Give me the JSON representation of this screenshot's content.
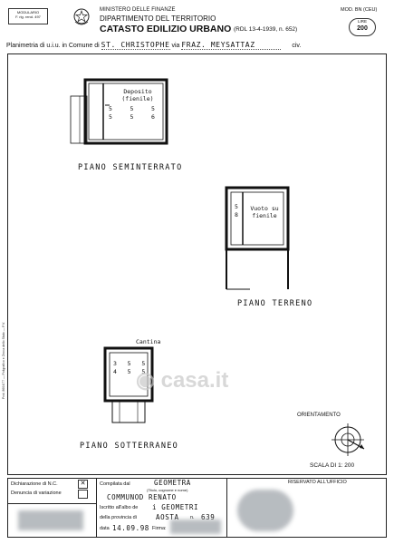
{
  "header": {
    "modulario": "MODULARIO",
    "modulario_code": "F. rig. rend. 497",
    "ministry": "MINISTERO DELLE FINANZE",
    "department": "DIPARTIMENTO DEL TERRITORIO",
    "title": "CATASTO EDILIZIO URBANO",
    "decree": "(RDL 13-4-1939, n. 652)",
    "mod_code": "MOD. BN (CEU)",
    "lire_label": "LIRE",
    "lire_value": "200"
  },
  "planimetry": {
    "prefix": "Planimetria di u.i.u. in Comune di",
    "comune": "ST. CHRISTOPHE",
    "via_label": "via",
    "via_value": "FRAZ. MEYSATTAZ",
    "civ_label": "civ."
  },
  "floors": {
    "seminterrato": {
      "label": "PIANO SEMINTERRATO",
      "room": "Deposito (fienile)",
      "heights": [
        "5",
        "5",
        "5",
        "5",
        "5",
        "6"
      ]
    },
    "terreno": {
      "label": "PIANO TERRENO",
      "room": "Vuoto su fienile",
      "heights": [
        "5",
        "8"
      ]
    },
    "sotterraneo": {
      "label": "PIANO SOTTERRANEO",
      "room": "Cantina",
      "heights": [
        "3",
        "5",
        "5",
        "4",
        "5",
        "5"
      ]
    }
  },
  "orientation_label": "ORIENTAMENTO",
  "scale_label": "SCALA DI 1: 200",
  "watermark": "casa.it",
  "side_note": "Prot. 8604/77 — Poligrafico e Zecca dello Stato — P.V.",
  "footer": {
    "dichiarazione": "Dichiarazione di N.C.",
    "denuncia": "Denuncia di variazione",
    "compilata_label": "Compilata dal",
    "compilata_value": "GEOMETRA",
    "titolo_label": "(Titolo, cognome e nome)",
    "nome_value": "COMMUNOD RENATO",
    "iscritto_label": "Iscritto all'albo de",
    "iscritto_value": "i GEOMETRI",
    "provincia_label": "della provincia di",
    "provincia_value": "AOSTA",
    "n_label": "n.",
    "n_value": "639",
    "data_label": "data",
    "data_value": "14.09.98",
    "firma_label": "Firma:",
    "riservato": "RISERVATO ALL'UFFICIO"
  }
}
